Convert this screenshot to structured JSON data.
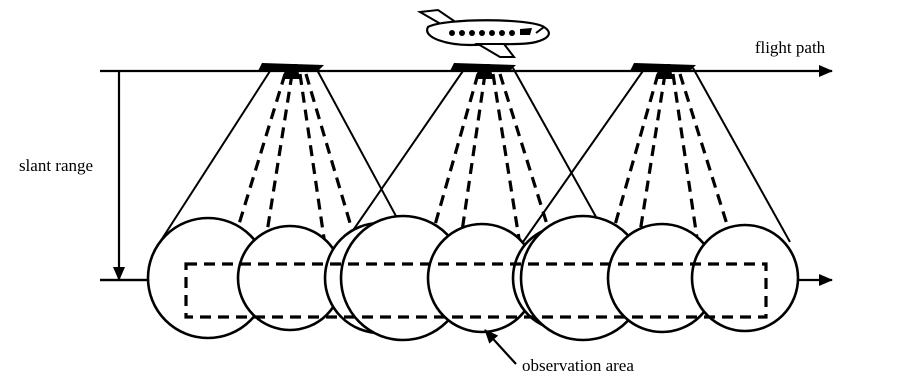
{
  "labels": {
    "flight_path": "flight path",
    "slant_range": "slant range",
    "observation_area": "observation area"
  },
  "icons": {
    "aircraft": "airplane-icon",
    "antenna": "antenna-icon"
  },
  "colors": {
    "ink": "#000000",
    "background": "#ffffff"
  }
}
